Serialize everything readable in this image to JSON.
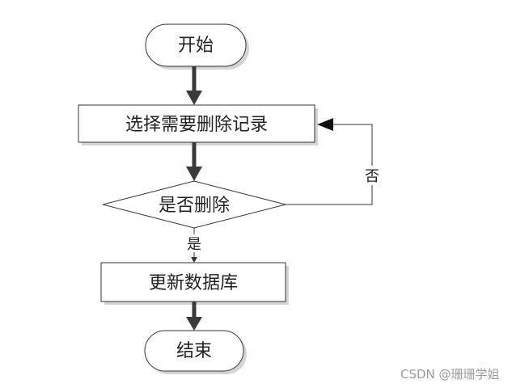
{
  "flowchart": {
    "nodes": {
      "start": "开始",
      "select": "选择需要删除记录",
      "decision": "是否删除",
      "update": "更新数据库",
      "end": "结束"
    },
    "edges": {
      "no_label": "否",
      "yes_label": "是"
    }
  },
  "watermark": "CSDN @珊珊学姐",
  "colors": {
    "stroke": "#333333",
    "arrow": "#3a3a3a",
    "shadow": "#d4d4d4",
    "text": "#222222",
    "watermark": "#9a9a9a"
  }
}
